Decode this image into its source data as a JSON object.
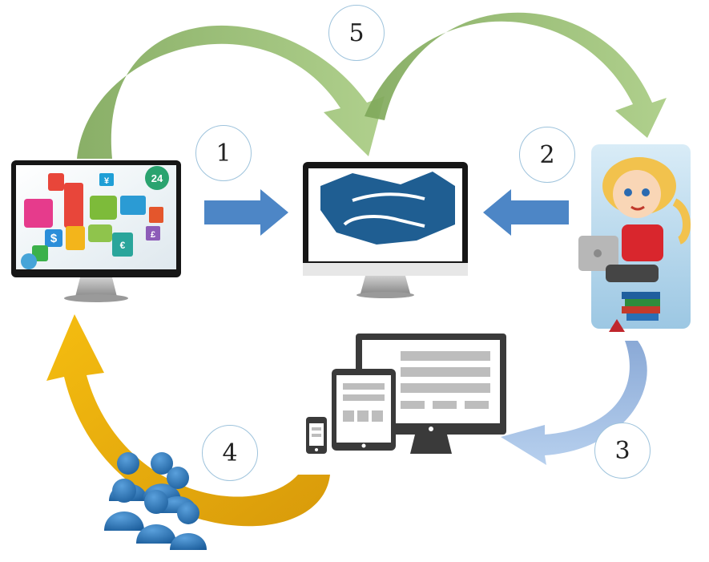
{
  "steps": [
    {
      "number": "1",
      "arrow": "right",
      "from": "shop-monitor",
      "to": "deal-monitor"
    },
    {
      "number": "2",
      "arrow": "left",
      "from": "customer",
      "to": "deal-monitor"
    },
    {
      "number": "3",
      "arrow": "curve",
      "from": "customer",
      "to": "devices"
    },
    {
      "number": "4",
      "arrow": "curve",
      "from": "devices",
      "to": "shop-monitor"
    },
    {
      "number": "5",
      "arrow": "double-curve",
      "from": "shop-monitor",
      "to": "customer"
    }
  ],
  "colors": {
    "arrow_blue": "#4d86c6",
    "arrow_green": "#8db96a",
    "arrow_yellow": "#e4aa0c",
    "arrow_light_blue": "#9dbde3",
    "monitor_frame": "#161616",
    "handshake": "#1f5e92",
    "people": "#2f77b8",
    "devices": "#3a3a3a"
  },
  "icons": [
    "shopping-apps-icon",
    "handshake-icon",
    "businesswoman-laptop-icon",
    "responsive-devices-icon",
    "people-group-icon"
  ],
  "shop_badges": [
    "24",
    "$",
    "¥",
    "£",
    "€"
  ]
}
